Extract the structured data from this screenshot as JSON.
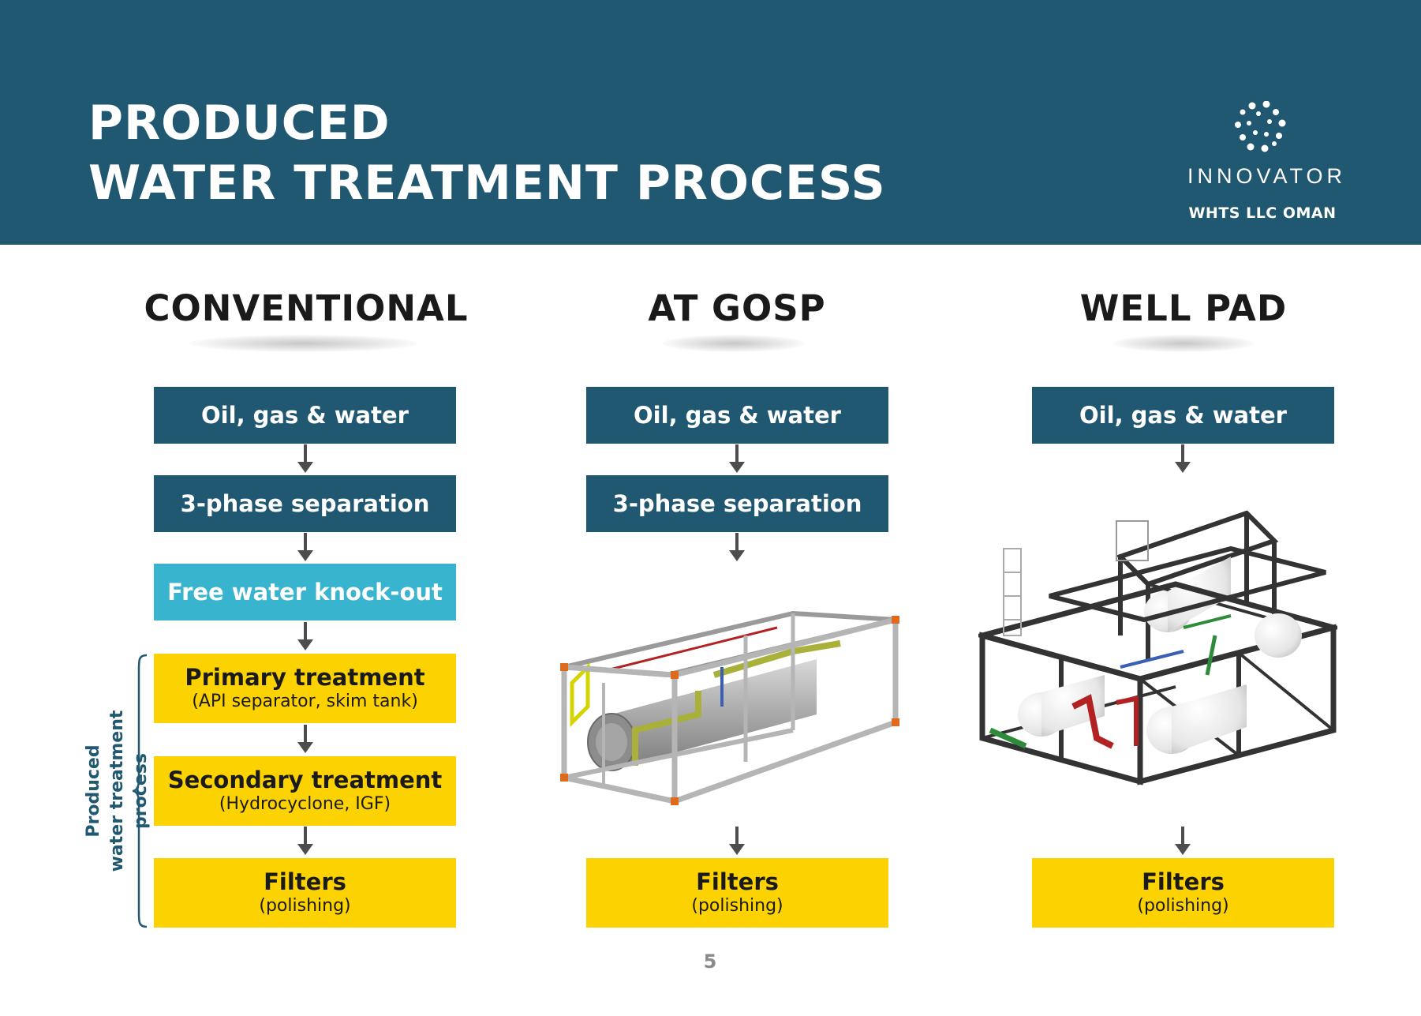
{
  "header": {
    "title_line1": "PRODUCED",
    "title_line2": "WATER TREATMENT PROCESS",
    "logo_name": "INNOVATOR",
    "logo_sub": "WHTS LLC OMAN"
  },
  "columns": [
    {
      "heading": "CONVENTIONAL",
      "steps": [
        {
          "main": "Oil, gas & water"
        },
        {
          "main": "3-phase separation"
        },
        {
          "main": "Free water knock-out"
        },
        {
          "main": "Primary treatment",
          "sub": "(API separator, skim tank)"
        },
        {
          "main": "Secondary treatment",
          "sub": "(Hydrocyclone, IGF)"
        },
        {
          "main": "Filters",
          "sub": "(polishing)"
        }
      ],
      "side_label_line1": "Produced",
      "side_label_line2": "water treatment process"
    },
    {
      "heading": "AT GOSP",
      "steps": [
        {
          "main": "Oil, gas & water"
        },
        {
          "main": "3-phase separation"
        },
        {
          "main": "Filters",
          "sub": "(polishing)"
        }
      ]
    },
    {
      "heading": "WELL PAD",
      "steps": [
        {
          "main": "Oil, gas & water"
        },
        {
          "main": "Filters",
          "sub": "(polishing)"
        }
      ]
    }
  ],
  "colors": {
    "header_bg": "#215871",
    "dark_box": "#215871",
    "light_box": "#38b4cf",
    "yellow_box": "#fcd200"
  },
  "page_number": "5"
}
